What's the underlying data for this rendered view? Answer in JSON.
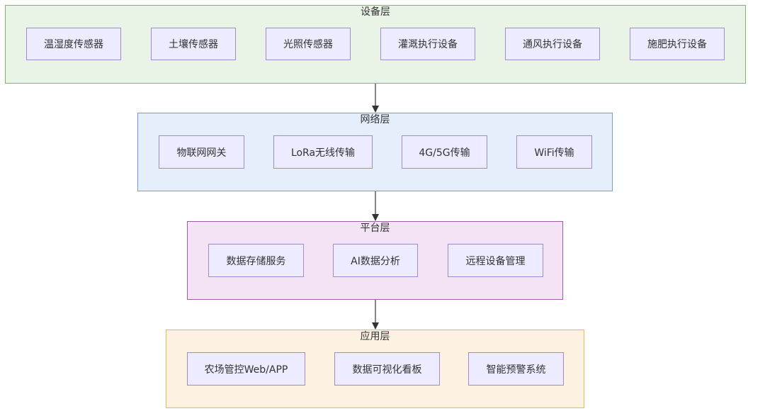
{
  "layers": {
    "device": {
      "title": "设备层",
      "nodes": [
        "温湿度传感器",
        "土壤传感器",
        "光照传感器",
        "灌溉执行设备",
        "通风执行设备",
        "施肥执行设备"
      ]
    },
    "network": {
      "title": "网络层",
      "nodes": [
        "物联网网关",
        "LoRa无线传输",
        "4G/5G传输",
        "WiFi传输"
      ]
    },
    "platform": {
      "title": "平台层",
      "nodes": [
        "数据存储服务",
        "AI数据分析",
        "远程设备管理"
      ]
    },
    "app": {
      "title": "应用层",
      "nodes": [
        "农场管控Web/APP",
        "数据可视化看板",
        "智能预警系统"
      ]
    }
  },
  "colors": {
    "device_fill": "#e9f4e7",
    "device_border": "#82b366",
    "network_fill": "#e4effb",
    "network_border": "#6c9fd6",
    "platform_fill": "#f3e3f5",
    "platform_border": "#a05aaa",
    "app_fill": "#fdf2e1",
    "app_border": "#e2b86a",
    "node_fill": "#ecebff",
    "node_border": "#9e8ccf",
    "arrow": "#333333"
  }
}
